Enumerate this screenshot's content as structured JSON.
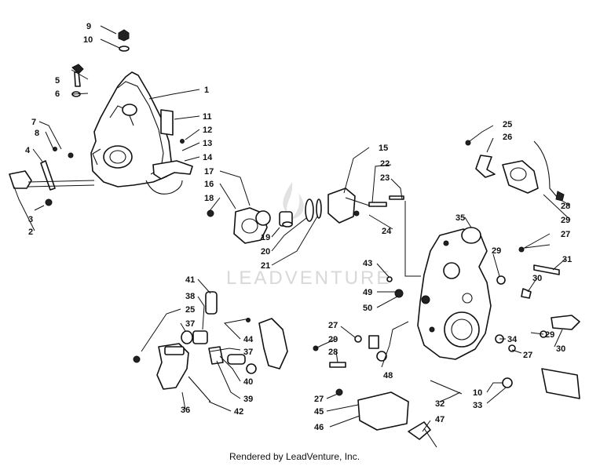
{
  "watermark": "LEADVENTURE",
  "footer": "Rendered by LeadVenture, Inc.",
  "callouts": [
    {
      "id": "c9a",
      "text": "9"
    },
    {
      "id": "c10a",
      "text": "10"
    },
    {
      "id": "c5",
      "text": "5"
    },
    {
      "id": "c6",
      "text": "6"
    },
    {
      "id": "c1",
      "text": "1"
    },
    {
      "id": "c11",
      "text": "11"
    },
    {
      "id": "c12",
      "text": "12"
    },
    {
      "id": "c13",
      "text": "13"
    },
    {
      "id": "c14",
      "text": "14"
    },
    {
      "id": "c7",
      "text": "7"
    },
    {
      "id": "c8",
      "text": "8"
    },
    {
      "id": "c4",
      "text": "4"
    },
    {
      "id": "c3",
      "text": "3"
    },
    {
      "id": "c2",
      "text": "2"
    },
    {
      "id": "c17",
      "text": "17"
    },
    {
      "id": "c16",
      "text": "16"
    },
    {
      "id": "c18",
      "text": "18"
    },
    {
      "id": "c15",
      "text": "15"
    },
    {
      "id": "c22",
      "text": "22"
    },
    {
      "id": "c23",
      "text": "23"
    },
    {
      "id": "c24",
      "text": "24"
    },
    {
      "id": "c19",
      "text": "19"
    },
    {
      "id": "c20",
      "text": "20"
    },
    {
      "id": "c21",
      "text": "21"
    },
    {
      "id": "c25a",
      "text": "25"
    },
    {
      "id": "c26",
      "text": "26"
    },
    {
      "id": "c28a",
      "text": "28"
    },
    {
      "id": "c29a",
      "text": "29"
    },
    {
      "id": "c35",
      "text": "35"
    },
    {
      "id": "c27a",
      "text": "27"
    },
    {
      "id": "c29b",
      "text": "29"
    },
    {
      "id": "c31",
      "text": "31"
    },
    {
      "id": "c30a",
      "text": "30"
    },
    {
      "id": "c43",
      "text": "43"
    },
    {
      "id": "c49",
      "text": "49"
    },
    {
      "id": "c50",
      "text": "50"
    },
    {
      "id": "c41",
      "text": "41"
    },
    {
      "id": "c38",
      "text": "38"
    },
    {
      "id": "c25b",
      "text": "25"
    },
    {
      "id": "c37a",
      "text": "37"
    },
    {
      "id": "c44",
      "text": "44"
    },
    {
      "id": "c37b",
      "text": "37"
    },
    {
      "id": "c40",
      "text": "40"
    },
    {
      "id": "c39",
      "text": "39"
    },
    {
      "id": "c36",
      "text": "36"
    },
    {
      "id": "c42",
      "text": "42"
    },
    {
      "id": "c27b",
      "text": "27"
    },
    {
      "id": "c29c",
      "text": "29"
    },
    {
      "id": "c28b",
      "text": "28"
    },
    {
      "id": "c48",
      "text": "48"
    },
    {
      "id": "c34",
      "text": "34"
    },
    {
      "id": "c27c",
      "text": "27"
    },
    {
      "id": "c29d",
      "text": "29"
    },
    {
      "id": "c30b",
      "text": "30"
    },
    {
      "id": "c10b",
      "text": "10"
    },
    {
      "id": "c33",
      "text": "33"
    },
    {
      "id": "c32",
      "text": "32"
    },
    {
      "id": "c27d",
      "text": "27"
    },
    {
      "id": "c45",
      "text": "45"
    },
    {
      "id": "c46",
      "text": "46"
    },
    {
      "id": "c47",
      "text": "47"
    }
  ]
}
